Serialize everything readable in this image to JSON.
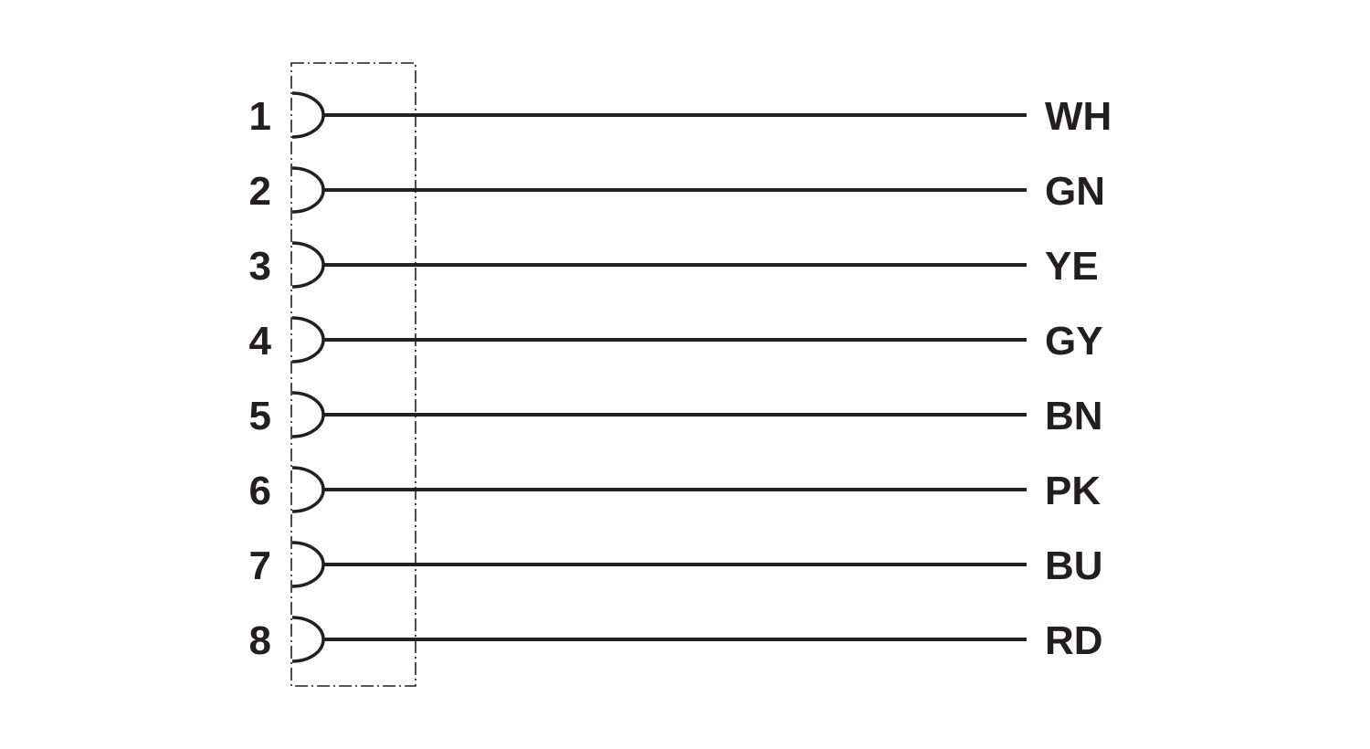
{
  "connector": {
    "pins": [
      {
        "number": "1",
        "wire_color": "WH"
      },
      {
        "number": "2",
        "wire_color": "GN"
      },
      {
        "number": "3",
        "wire_color": "YE"
      },
      {
        "number": "4",
        "wire_color": "GY"
      },
      {
        "number": "5",
        "wire_color": "BN"
      },
      {
        "number": "6",
        "wire_color": "PK"
      },
      {
        "number": "7",
        "wire_color": "BU"
      },
      {
        "number": "8",
        "wire_color": "RD"
      }
    ]
  },
  "colors": {
    "ink": "#231f20",
    "background": "#ffffff"
  }
}
